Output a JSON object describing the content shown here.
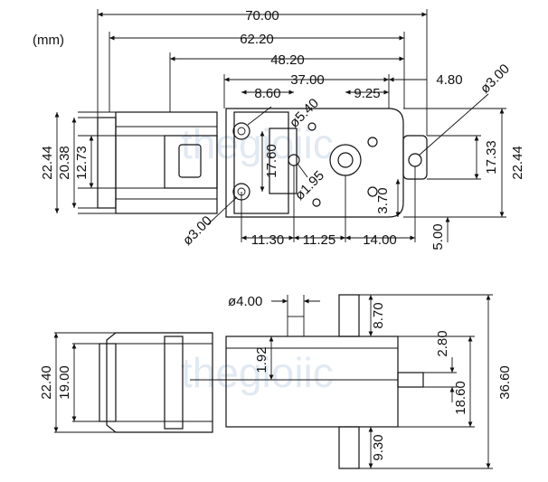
{
  "unit_label": "(mm)",
  "watermark": "thegioiic",
  "top_view": {
    "width_labels": [
      "70.00",
      "62.20",
      "48.20",
      "37.00",
      "4.80"
    ],
    "hole_dia_top": "ø3.00",
    "spacing_8_60": "8.60",
    "spacing_9_25": "9.25",
    "dia_5_40": "ø5.40",
    "height_17_60": "17.60",
    "dia_1_95": "ø1.95",
    "height_3_70": "3.70",
    "left_heights": [
      "22.44",
      "20.38",
      "12.73"
    ],
    "right_heights": [
      "17.33",
      "22.44"
    ],
    "bottom_dia": "ø3.00",
    "bottom_spacings": [
      "11.30",
      "11.25",
      "14.00"
    ],
    "offset_5_00": "5.00"
  },
  "side_view": {
    "shaft_dia": "ø4.00",
    "left_heights": [
      "22.40",
      "19.00"
    ],
    "center_offset": "1.92",
    "tab_height": "8.70",
    "shaft_height": "2.80",
    "body_height": "18.60",
    "total_height": "36.60",
    "bottom_tab_height": "9.30"
  }
}
